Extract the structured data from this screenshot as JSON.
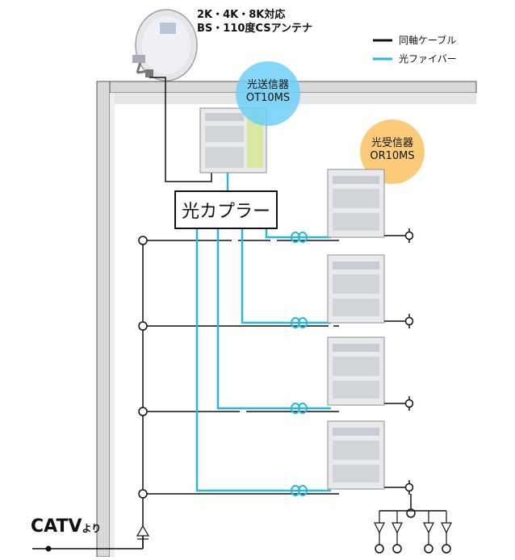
{
  "antenna": {
    "label_line1": "2K・4K・8K対応",
    "label_line2": "BS・110度CSアンテナ"
  },
  "legend": {
    "coax_label": "同軸ケーブル",
    "fiber_label": "光ファイバー",
    "coax_color": "#111111",
    "fiber_color": "#29b6e6"
  },
  "transmitter": {
    "name": "光送信器",
    "model": "OT10MS",
    "bubble_color": "#6dcff6"
  },
  "receiver": {
    "name": "光受信器",
    "model": "OR10MS",
    "bubble_color": "#fbc56b"
  },
  "coupler": {
    "label": "光カプラー"
  },
  "catv": {
    "label": "CATV",
    "suffix": "より"
  },
  "receiver_units_count": 4
}
